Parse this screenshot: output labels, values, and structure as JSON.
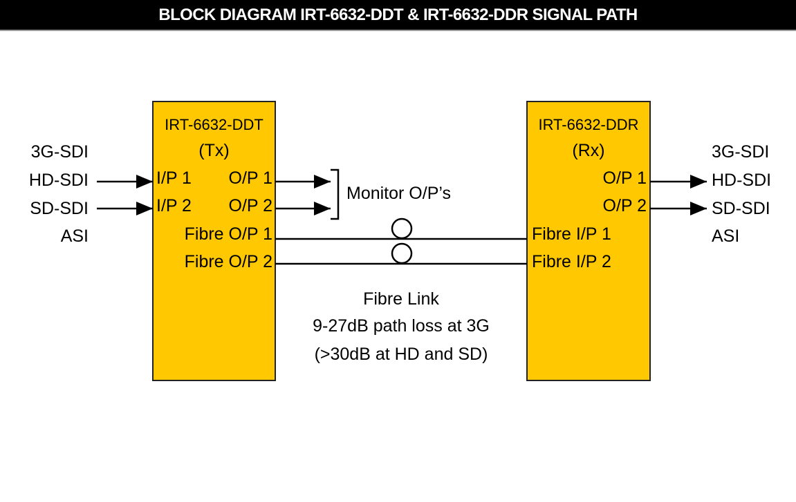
{
  "title": "BLOCK DIAGRAM IRT-6632-DDT & IRT-6632-DDR SIGNAL PATH",
  "colors": {
    "block_fill": "#FFC800",
    "block_border": "#222222",
    "title_bg": "#000000",
    "title_fg": "#FFFFFF"
  },
  "left_signals": [
    "3G-SDI",
    "HD-SDI",
    "SD-SDI",
    "ASI"
  ],
  "right_signals": [
    "3G-SDI",
    "HD-SDI",
    "SD-SDI",
    "ASI"
  ],
  "tx_block": {
    "name": "IRT-6632-DDT",
    "role": "(Tx)",
    "inputs": [
      "I/P 1",
      "I/P 2"
    ],
    "outputs": [
      "O/P 1",
      "O/P 2"
    ],
    "fibre_outputs": [
      "Fibre O/P 1",
      "Fibre O/P 2"
    ]
  },
  "rx_block": {
    "name": "IRT-6632-DDR",
    "role": "(Rx)",
    "outputs": [
      "O/P 1",
      "O/P 2"
    ],
    "fibre_inputs": [
      "Fibre I/P 1",
      "Fibre I/P 2"
    ]
  },
  "monitor_label": "Monitor O/P’s",
  "fibre_link": {
    "line1": "Fibre Link",
    "line2": "9-27dB path loss at 3G",
    "line3": "(>30dB at HD and SD)"
  }
}
